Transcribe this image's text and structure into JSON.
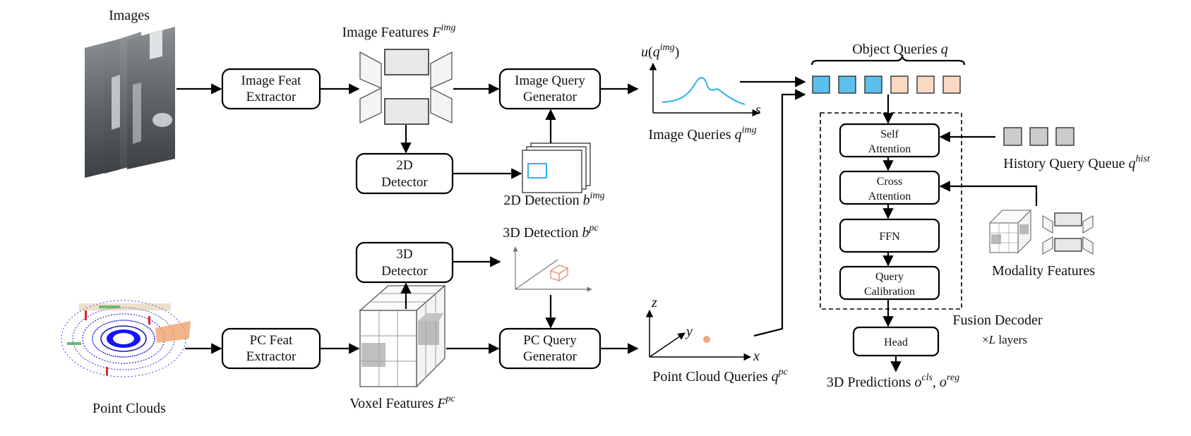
{
  "inputs": {
    "images_label": "Images",
    "point_clouds_label": "Point Clouds"
  },
  "boxes": {
    "image_feat_extractor": [
      "Image Feat",
      "Extractor"
    ],
    "pc_feat_extractor": [
      "PC Feat",
      "Extractor"
    ],
    "detector_2d": [
      "2D",
      "Detector"
    ],
    "detector_3d": [
      "3D",
      "Detector"
    ],
    "image_query_generator": [
      "Image Query",
      "Generator"
    ],
    "pc_query_generator": [
      "PC Query",
      "Generator"
    ],
    "self_attention": [
      "Self",
      "Attention"
    ],
    "cross_attention": [
      "Cross",
      "Attention"
    ],
    "ffn": "FFN",
    "query_calibration": [
      "Query",
      "Calibration"
    ],
    "head": "Head"
  },
  "captions": {
    "image_features": {
      "text": "Image Features ",
      "sym": "F",
      "sup": "img"
    },
    "voxel_features": {
      "text": "Voxel Features ",
      "sym": "F",
      "sup": "pc"
    },
    "detection_2d": {
      "text": "2D Detection ",
      "sym": "b",
      "sup": "img"
    },
    "detection_3d": {
      "text": "3D Detection ",
      "sym": "b",
      "sup": "pc"
    },
    "image_queries": {
      "text": "Image Queries ",
      "sym": "q",
      "sup": "img"
    },
    "point_cloud_queries": {
      "text": "Point Cloud Queries ",
      "sym": "q",
      "sup": "pc"
    },
    "object_queries": {
      "text": "Object Queries ",
      "sym": "q"
    },
    "history_query_queue": {
      "text": "History Query Queue ",
      "sym": "q",
      "sup": "hist"
    },
    "modality_features": "Modality Features",
    "fusion_decoder": "Fusion Decoder",
    "layers": {
      "prefix": "×",
      "sym": "L",
      "suffix": " layers"
    },
    "predictions": {
      "text": "3D Predictions ",
      "sym1": "o",
      "sup1": "cls",
      "sep": ", ",
      "sym2": "o",
      "sup2": "reg"
    }
  },
  "plot_image_queries": {
    "y_axis": {
      "fn": "u",
      "arg": "q",
      "sup": "img"
    },
    "x_axis": "s"
  },
  "plot_point_cloud_queries": {
    "axes": [
      "x",
      "y",
      "z"
    ]
  },
  "colors": {
    "image_query": "#5bc0eb",
    "pc_query": "#f7d9c4",
    "history_query": "#cccccc",
    "curve": "#27b6e8",
    "point": "#f3a57f",
    "detection_2d_box": "#29b6e6",
    "detection_3d_box": "#e8947a"
  }
}
